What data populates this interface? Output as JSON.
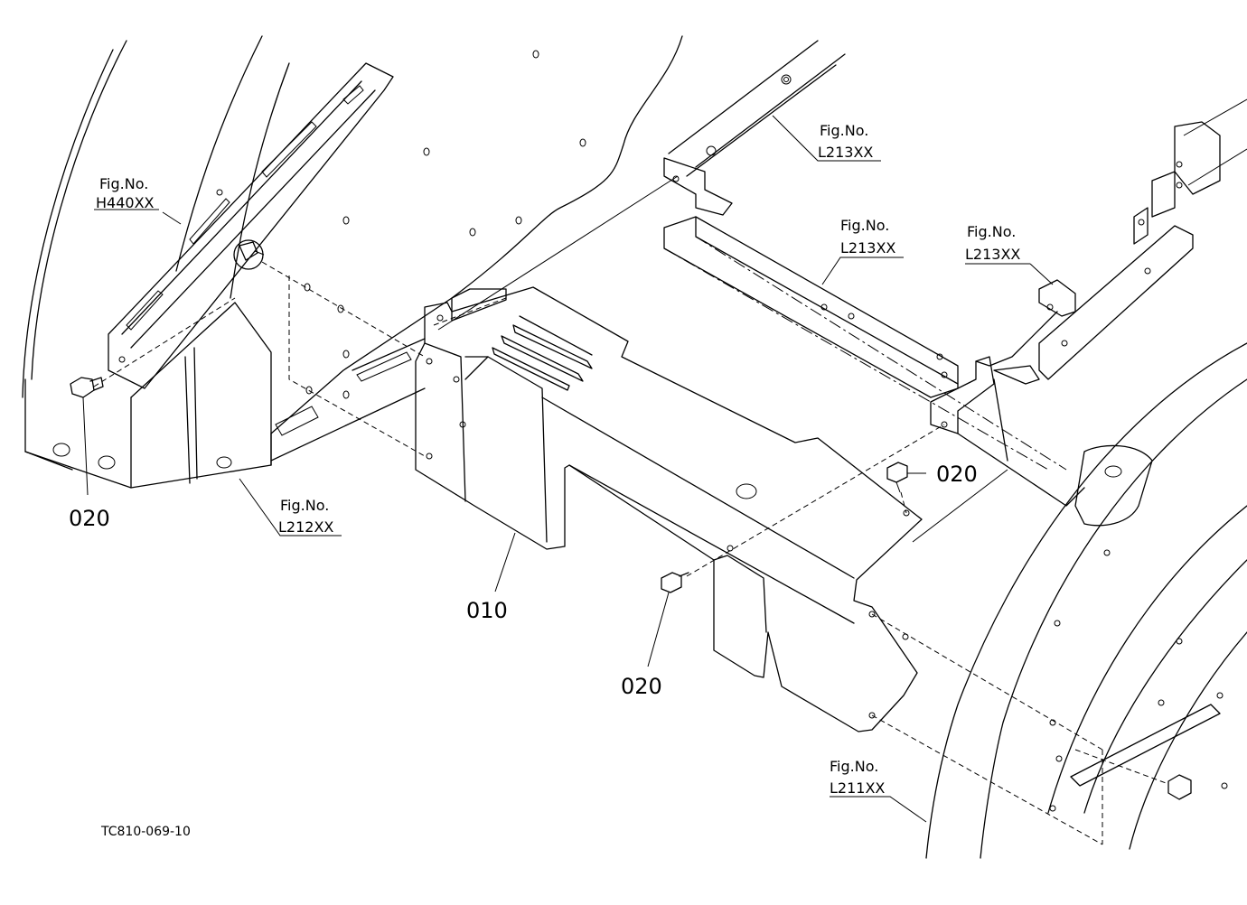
{
  "callouts": {
    "fig_h440": {
      "prefix": "Fig.No.",
      "number": "H440XX"
    },
    "fig_l213_top": {
      "prefix": "Fig.No.",
      "number": "L213XX"
    },
    "fig_l213_mid": {
      "prefix": "Fig.No.",
      "number": "L213XX"
    },
    "fig_l213_right": {
      "prefix": "Fig.No.",
      "number": "L213XX"
    },
    "fig_l212": {
      "prefix": "Fig.No.",
      "number": "L212XX"
    },
    "fig_l211": {
      "prefix": "Fig.No.",
      "number": "L211XX"
    }
  },
  "parts": {
    "cover": "010",
    "bolt_left": "020",
    "bolt_center_right": "020",
    "bolt_bottom": "020"
  },
  "drawing_code": "TC810-069-10"
}
